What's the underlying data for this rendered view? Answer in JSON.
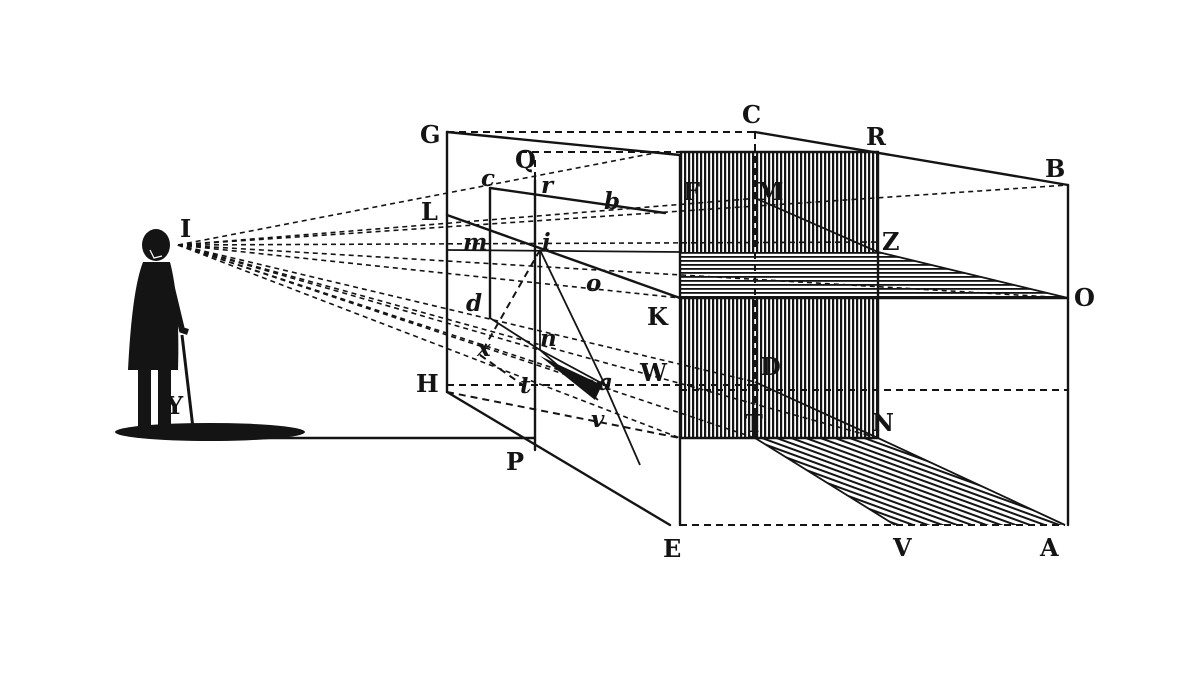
{
  "labels": {
    "G": "G",
    "C": "C",
    "R": "R",
    "B": "B",
    "Q": "Q",
    "F": "F",
    "M": "M",
    "I": "I",
    "L": "L",
    "Z": "Z",
    "O": "O",
    "K": "K",
    "H": "H",
    "D": "D",
    "W": "W",
    "N": "N",
    "T": "T",
    "Y": "Y",
    "P": "P",
    "E": "E",
    "V": "V",
    "A": "A",
    "c": "c",
    "r": "r",
    "b": "b",
    "m": "m",
    "i": "i",
    "o": "o",
    "d": "d",
    "x": "x",
    "n": "n",
    "t": "t",
    "a": "a",
    "v": "v"
  },
  "colors": {
    "ink": "#141414",
    "paper": "#ffffff"
  }
}
